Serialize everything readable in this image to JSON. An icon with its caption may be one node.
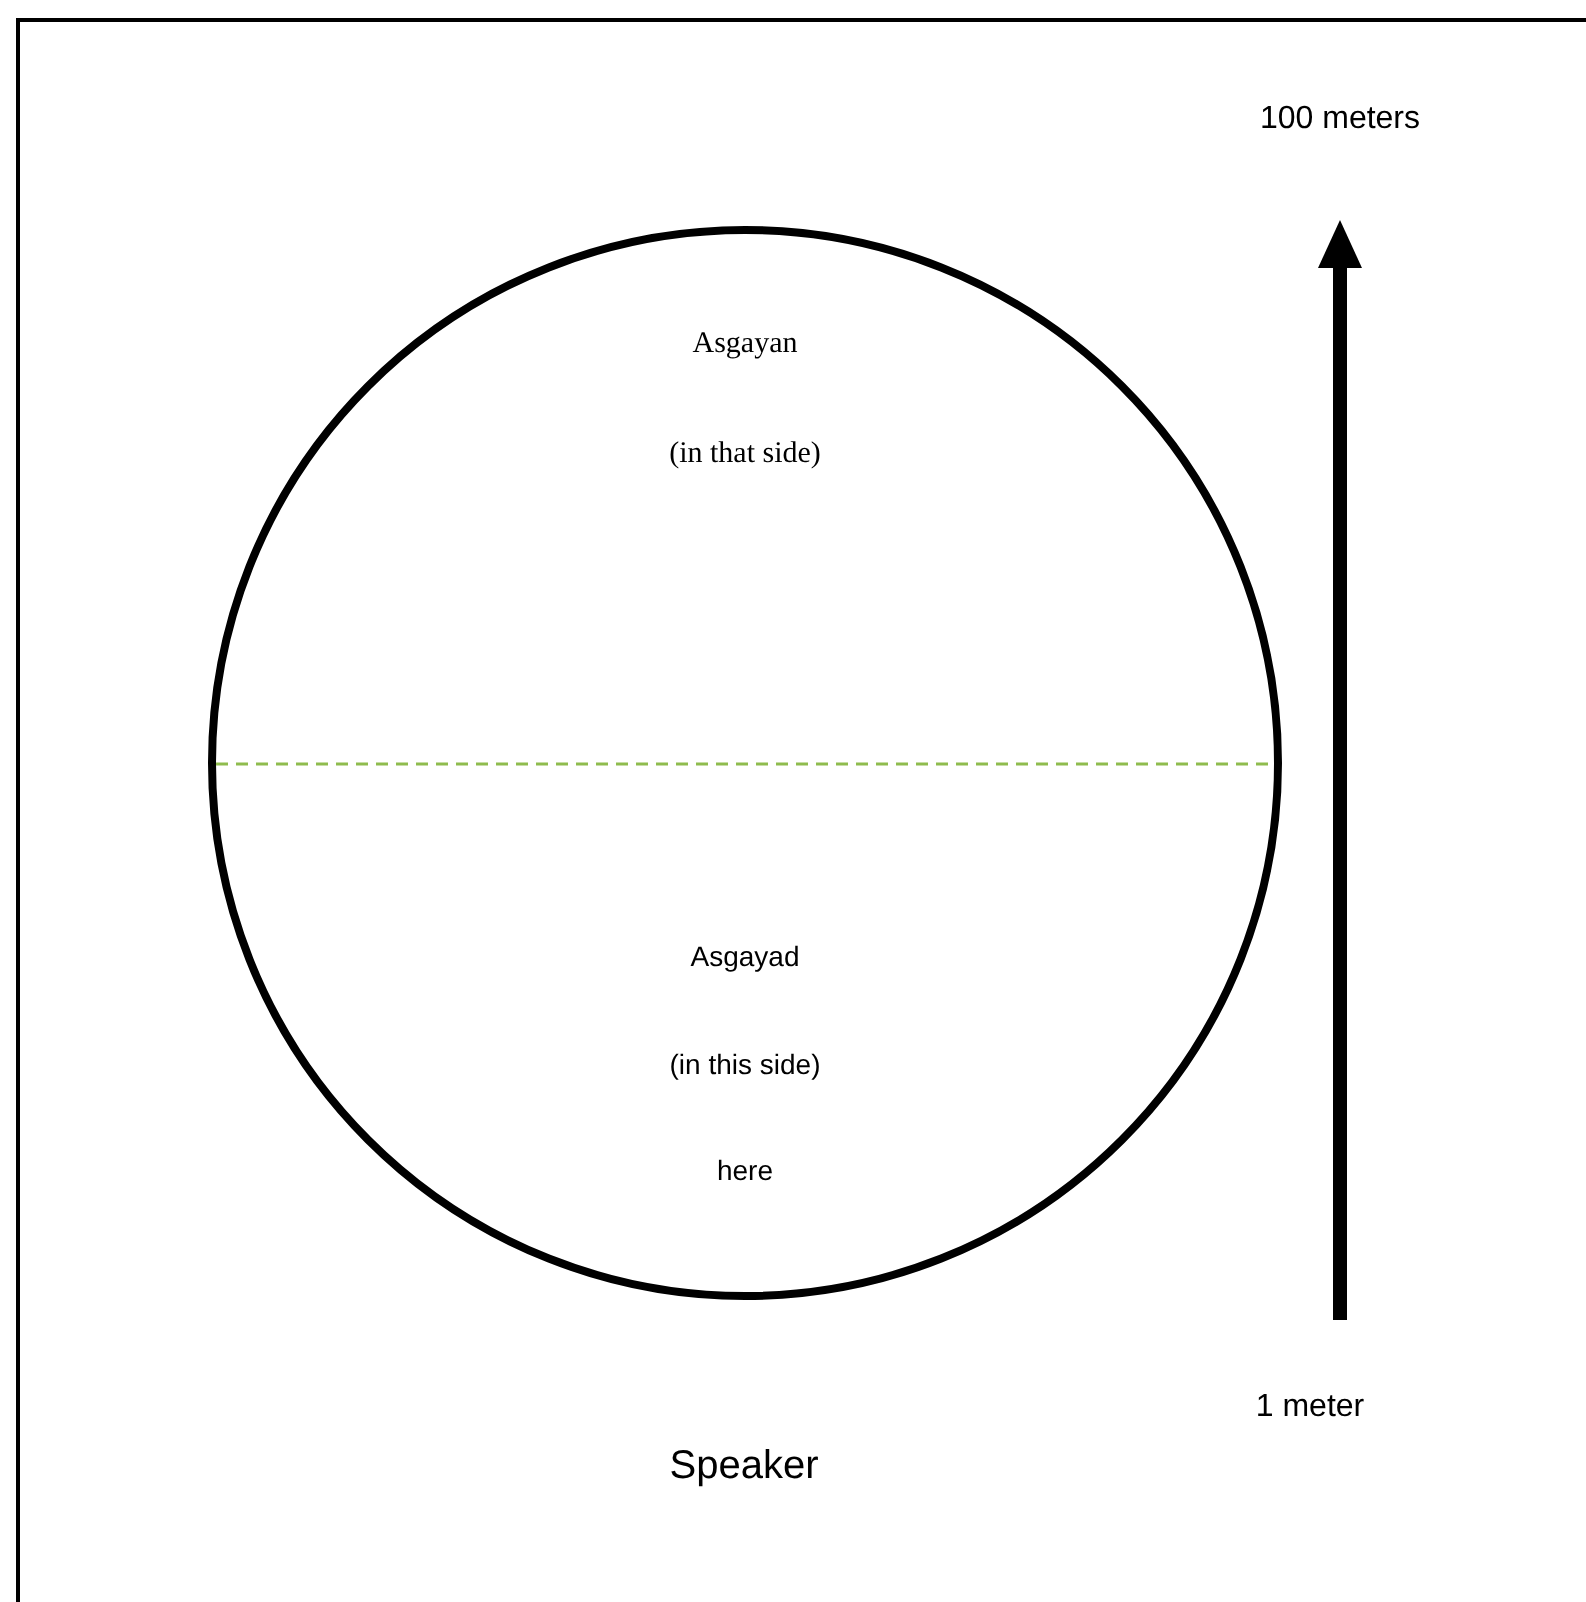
{
  "diagram": {
    "nodes": [
      {
        "text": [
          "Asgayan",
          "(in that side)",
          "Asgayad",
          "(in this side)",
          "here"
        ]
      }
    ],
    "labels": [
      "100 meters",
      "1 meter",
      "Speaker"
    ]
  }
}
